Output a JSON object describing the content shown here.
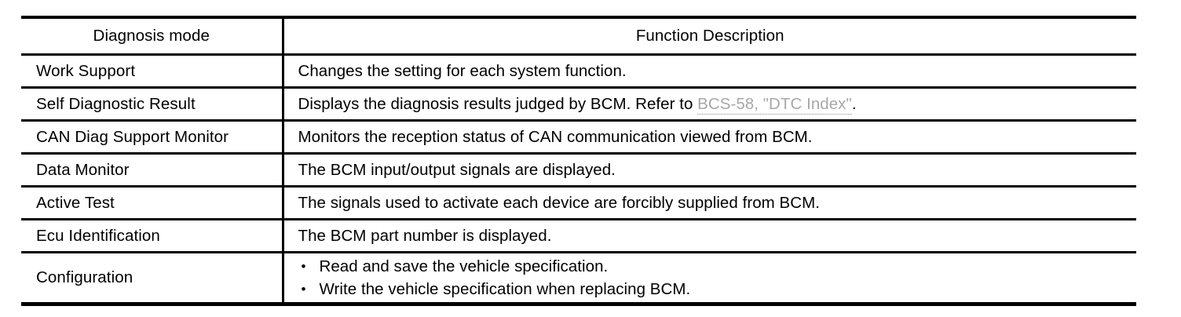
{
  "table": {
    "columns": [
      {
        "key": "mode",
        "header": "Diagnosis mode"
      },
      {
        "key": "description",
        "header": "Function Description"
      }
    ],
    "rows": [
      {
        "mode": "Work Support",
        "description": "Changes the setting for each system function."
      },
      {
        "mode": "Self Diagnostic Result",
        "description_before": "Displays the diagnosis results judged by BCM. Refer to ",
        "description_link": "BCS-58, \"DTC Index\"",
        "description_after": "."
      },
      {
        "mode": "CAN Diag Support Monitor",
        "description": "Monitors the reception status of CAN communication viewed from BCM."
      },
      {
        "mode": "Data Monitor",
        "description": "The BCM input/output signals are displayed."
      },
      {
        "mode": "Active Test",
        "description": "The signals used to activate each device are forcibly supplied from BCM."
      },
      {
        "mode": "Ecu Identification",
        "description": "The BCM part number is displayed."
      },
      {
        "mode": "Configuration",
        "description_bullets": [
          "Read and save the vehicle specification.",
          "Write the vehicle specification when replacing BCM."
        ],
        "bullet_glyph": "•"
      }
    ]
  },
  "colors": {
    "rule": "#000000",
    "text": "#000000",
    "xref": "#a8a8a8",
    "background": "#ffffff"
  }
}
